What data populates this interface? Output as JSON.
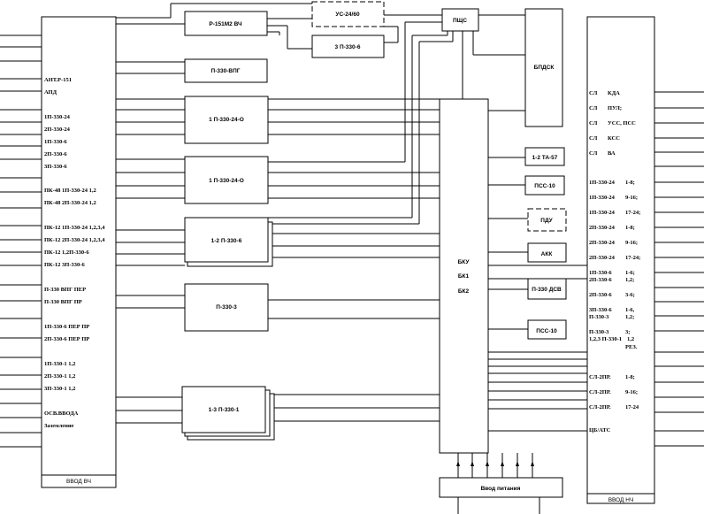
{
  "blocks": {
    "r151m2": "Р-151М2 ВЧ",
    "us2460": "УС-24/60",
    "p3306_3": "3 П-330-6",
    "pshchs": "ПЩС",
    "bpdsk": "БПДСК",
    "p330vpg": "П-330-ВПГ",
    "p33024o_1": "1 П-330-24-О",
    "p33024o_2": "1 П-330-24-О",
    "p3306_12": "1-2 П-330-6",
    "p3303": "П-330-3",
    "p3301_13": "1-3 П-330-1",
    "bku": [
      "БКУ",
      "БК1",
      "БК2"
    ],
    "ta57": "1-2 ТА-57",
    "pss10_a": "ПСС-10",
    "pdu": "ПДУ",
    "akk": "АКК",
    "p330dsv": "П-330 ДСВ",
    "pss10_b": "ПСС-10",
    "power": "Ввод питания",
    "vvod_vch": "ВВОД  ВЧ",
    "vvod_nch": "ВВОД  НЧ"
  },
  "left_labels": [
    "АНТ.Р-151",
    "АПД",
    "1П-330-24",
    "2П-330-24",
    "1П-330-6",
    "2П-330-6",
    "3П-330-6",
    "ПК-48  1П-330-24 1,2",
    "ПК-48  2П-330-24 1,2",
    "ПК-12  1П-330-24 1,2,3,4",
    "ПК-12  2П-330-24 1,2,3,4",
    "ПК-12  1,2П-330-6",
    "ПК-12  3П-330-6",
    "П-330 ВПГ ПЕР",
    "П-330 ВПГ ПР",
    "1П-330-6 ПЕР ПР",
    "2П-330-6 ПЕР ПР",
    "1П-330-1 1,2",
    "2П-330-1 1,2",
    "3П-330-1 1,2",
    "ОСВ.ВВОДА",
    "Заземление"
  ],
  "right_labels": [
    {
      "a": "СЛ",
      "b": "КДА"
    },
    {
      "a": "СЛ",
      "b": "ПУЛ;"
    },
    {
      "a": "СЛ",
      "b": "УСС, ПСС"
    },
    {
      "a": "СЛ",
      "b": "КСС"
    },
    {
      "a": "СЛ",
      "b": "ВА"
    },
    {
      "a": "1П-330-24",
      "b": "1-8;"
    },
    {
      "a": "1П-330-24",
      "b": "9-16;"
    },
    {
      "a": "1П-330-24",
      "b": "17-24;"
    },
    {
      "a": "2П-330-24",
      "b": "1-8;"
    },
    {
      "a": "2П-330-24",
      "b": "9-16;"
    },
    {
      "a": "2П-330-24",
      "b": "17-24;"
    },
    {
      "a": "1П-330-6",
      "b": "1-6;"
    },
    {
      "a": "2П-330-6",
      "b": "1,2;"
    },
    {
      "a": "2П-330-6",
      "b": "3-6;"
    },
    {
      "a": "3П-330-6",
      "b": "1-6,"
    },
    {
      "a": "П-330-3",
      "b": "1,2;"
    },
    {
      "a": "П-330-3",
      "b": "3;"
    },
    {
      "a": "1,2,3 П-330-1",
      "b": "1,2"
    },
    {
      "a": "",
      "b": "РЕЗ."
    },
    {
      "a": "СЛ-2ПР.",
      "b": "1-8;"
    },
    {
      "a": "СЛ-2ПР.",
      "b": "9-16;"
    },
    {
      "a": "СЛ-2ПР.",
      "b": "17-24"
    },
    {
      "a": "ЦБ/АТС",
      "b": ""
    }
  ]
}
